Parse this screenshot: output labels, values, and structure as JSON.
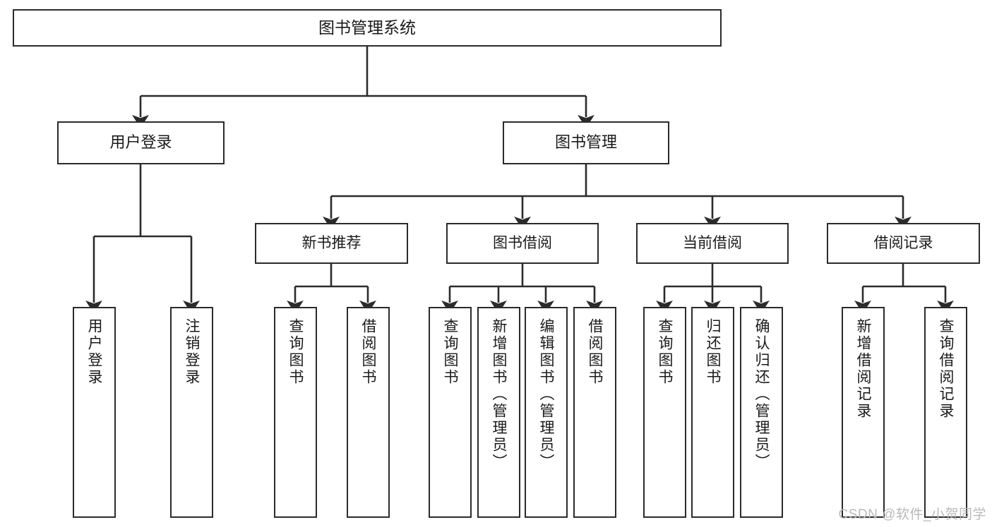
{
  "diagram": {
    "title": "图书管理系统",
    "type": "hierarchy-tree",
    "root": {
      "label": "图书管理系统"
    },
    "level2": [
      {
        "label": "用户登录"
      },
      {
        "label": "图书管理"
      }
    ],
    "level3": [
      {
        "label": "新书推荐"
      },
      {
        "label": "图书借阅"
      },
      {
        "label": "当前借阅"
      },
      {
        "label": "借阅记录"
      }
    ],
    "leaves": {
      "user_login": [
        {
          "label": "用户登录"
        },
        {
          "label": "注销登录"
        }
      ],
      "new_book_recommend": [
        {
          "label": "查询图书"
        },
        {
          "label": "借阅图书"
        }
      ],
      "book_borrow": [
        {
          "label": "查询图书"
        },
        {
          "label": "新增图书（管理员）"
        },
        {
          "label": "编辑图书（管理员）"
        },
        {
          "label": "借阅图书"
        }
      ],
      "current_borrow": [
        {
          "label": "查询图书"
        },
        {
          "label": "归还图书"
        },
        {
          "label": "确认归还（管理员）"
        }
      ],
      "borrow_records": [
        {
          "label": "新增借阅记录"
        },
        {
          "label": "查询借阅记录"
        }
      ]
    },
    "watermark": "CSDN @软件_小贺同学",
    "colors": {
      "stroke": "#2b2b2b",
      "fill": "#ffffff",
      "text": "#1a1a1a",
      "watermark": "#b9b9b9"
    }
  }
}
